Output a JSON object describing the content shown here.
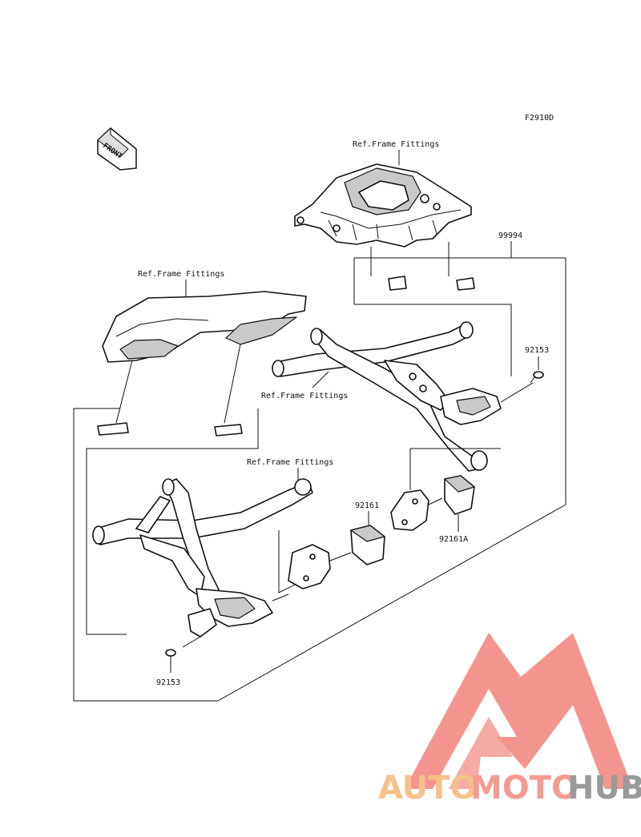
{
  "diagram_code": "F2910D",
  "front_marker": "FRONT",
  "labels": {
    "ref_top": "Ref.Frame Fittings",
    "ref_left": "Ref.Frame Fittings",
    "ref_mid": "Ref.Frame Fittings",
    "ref_lower": "Ref.Frame Fittings",
    "part_99994": "99994",
    "part_92153_right": "92153",
    "part_92153_left": "92153",
    "part_92161": "92161",
    "part_92161A": "92161A"
  },
  "watermark": {
    "brand_a": "AUTO",
    "brand_b": "MOTO",
    "brand_c": "HUB",
    "color_a": "#f6c08a",
    "color_b": "#f49a92",
    "color_c": "#9a9a9a",
    "logo_color": "#f28a82"
  }
}
